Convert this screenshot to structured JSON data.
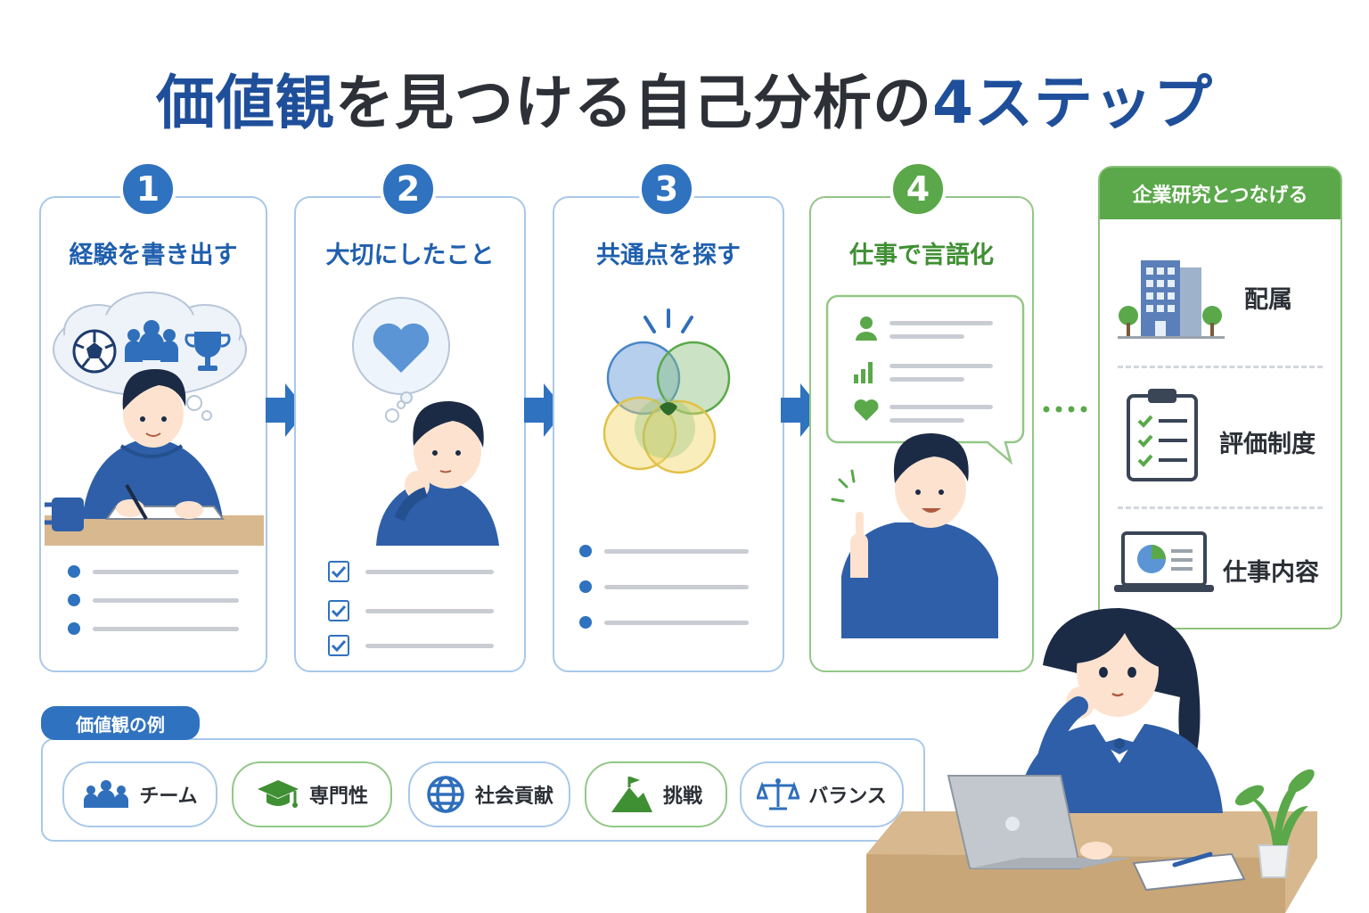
{
  "title": {
    "part1": "価値観",
    "part2": "を見つける自己分析の",
    "part3": "4",
    "part4": "ステップ"
  },
  "steps": [
    {
      "number": "1",
      "label": "経験を書き出す"
    },
    {
      "number": "2",
      "label": "大切にしたこと"
    },
    {
      "number": "3",
      "label": "共通点を探す"
    },
    {
      "number": "4",
      "label": "仕事で言語化"
    }
  ],
  "company_panel": {
    "header": "企業研究とつなげる",
    "items": [
      {
        "label": "配属",
        "icon": "office-building-icon"
      },
      {
        "label": "評価制度",
        "icon": "clipboard-checklist-icon"
      },
      {
        "label": "仕事内容",
        "icon": "laptop-chart-icon"
      }
    ]
  },
  "examples": {
    "tag": "価値観の例",
    "items": [
      {
        "label": "チーム",
        "icon": "team-icon"
      },
      {
        "label": "専門性",
        "icon": "graduation-cap-icon"
      },
      {
        "label": "社会貢献",
        "icon": "globe-icon"
      },
      {
        "label": "挑戦",
        "icon": "mountain-flag-icon"
      },
      {
        "label": "バランス",
        "icon": "scale-icon"
      }
    ]
  },
  "colors": {
    "blue": "#2f72bf",
    "dark_blue": "#1f4f9a",
    "green": "#5aa84a",
    "light_blue_border": "#a9c8ea",
    "light_green_border": "#93c787"
  }
}
